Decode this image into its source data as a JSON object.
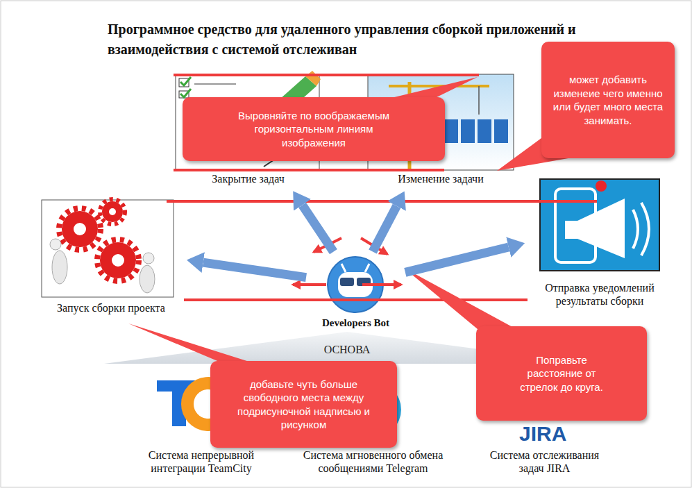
{
  "diagram": {
    "title": "Программное средство для удаленного управления сборкой приложений и взаимодействия с системой отслеживан",
    "nodes": [
      {
        "text": [
          "Закрытие задач"
        ]
      },
      {
        "text": [
          "Изменение задачи"
        ]
      },
      {
        "text": [
          "может добавить изменеие чего именно или будет много места занимать."
        ]
      },
      {
        "text": [
          "Выровняйте по воображаемым горизонтальным линиям изображения"
        ]
      },
      {
        "text": [
          "Запуск сборки проекта"
        ]
      },
      {
        "text": [
          "Отправка уведомлений результаты сборки"
        ]
      },
      {
        "text": [
          "Developers Bot"
        ]
      },
      {
        "text": [
          "Поправьте расстояние от стрелок до круга."
        ]
      },
      {
        "text": [
          "ОСНОВА"
        ]
      },
      {
        "text": [
          "добавьте чуть больше свободного места между подрисуночной надписью и рисунком"
        ]
      },
      {
        "text": [
          "Система непрерывной интеграции TeamCity"
        ]
      },
      {
        "text": [
          "Система мгновенного обмена сообщениями Telegram"
        ]
      },
      {
        "text": [
          "Система отслеживания задач JIRA"
        ]
      }
    ],
    "edges": [
      {
        "from": 6,
        "to": 0,
        "arrow": "to"
      },
      {
        "from": 6,
        "to": 1,
        "arrow": "to"
      },
      {
        "from": 6,
        "to": 4,
        "arrow": "to"
      },
      {
        "from": 6,
        "to": 5,
        "arrow": "to"
      }
    ],
    "labels": [
      "JIRA"
    ]
  }
}
